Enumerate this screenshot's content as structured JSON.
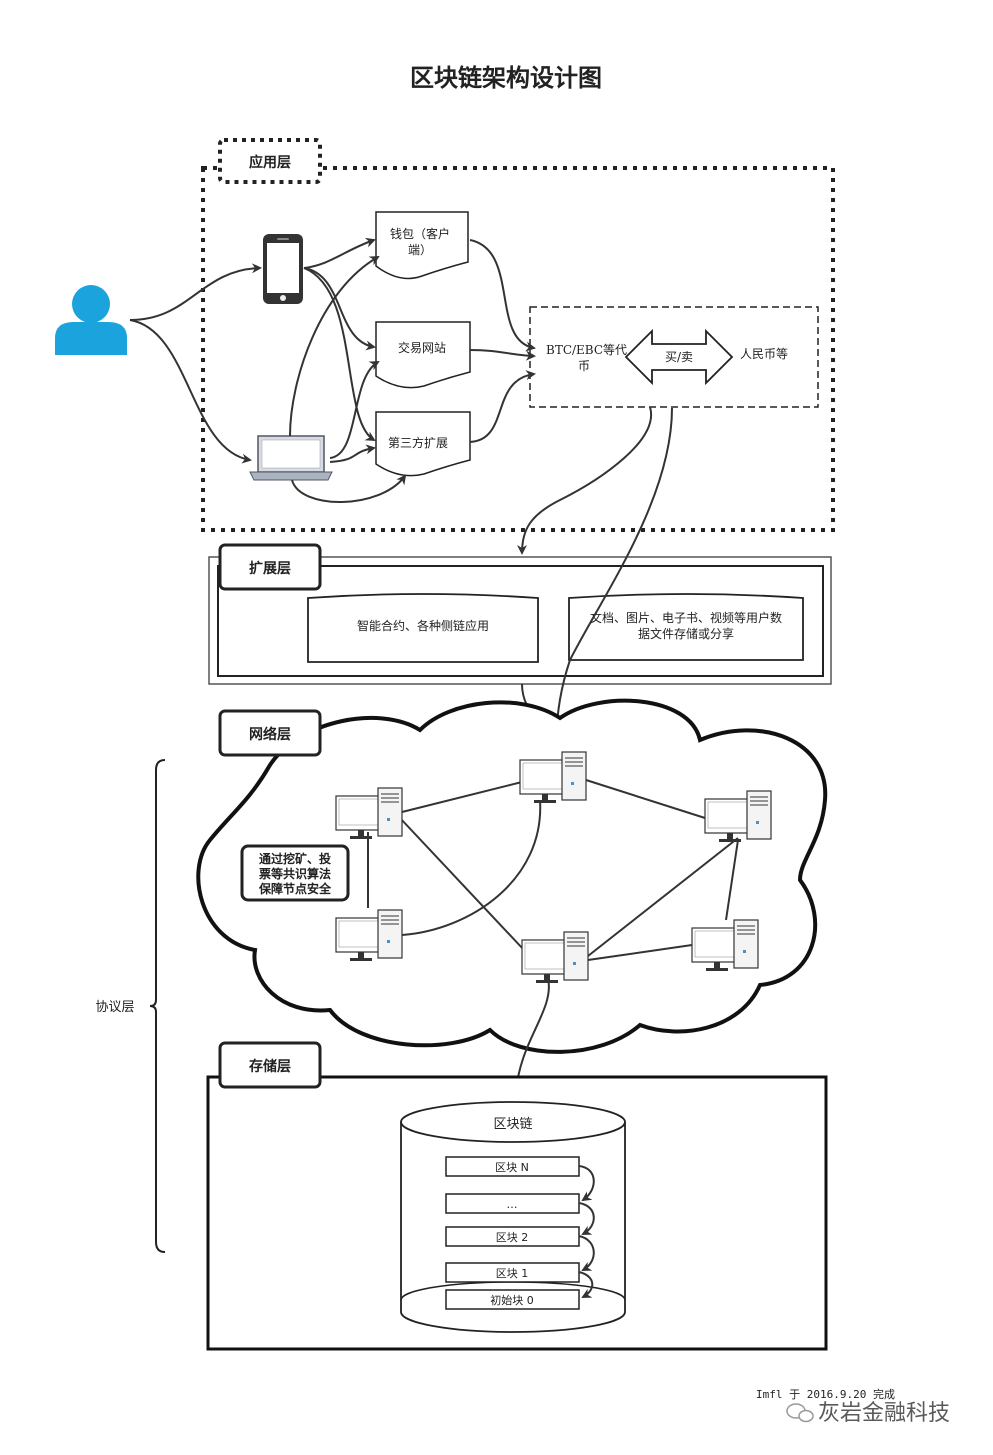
{
  "title": "区块链架构设计图",
  "layers": {
    "application": "应用层",
    "extension": "扩展层",
    "network": "网络层",
    "storage": "存储层",
    "protocol": "协议层"
  },
  "app": {
    "wallet_line1": "钱包（客户",
    "wallet_line2": "端）",
    "exchange": "交易网站",
    "third_party": "第三方扩展",
    "token_line1": "BTC/EBC等代",
    "token_line2": "币",
    "buy_sell": "买/卖",
    "rmb": "人民币等"
  },
  "extension": {
    "contracts": "智能合约、各种侧链应用",
    "storage_line1": "文档、图片、电子书、视频等用户数",
    "storage_line2": "据文件存储或分享"
  },
  "network": {
    "note_line1": "通过挖矿、投",
    "note_line2": "票等共识算法",
    "note_line3": "保障节点安全"
  },
  "storage": {
    "db_label": "区块链",
    "blocks": [
      "区块  N",
      "…",
      "区块  2",
      "区块  1",
      "初始块  0"
    ]
  },
  "footer": {
    "credit": "Imfl  于  2016.9.20  完成",
    "watermark": "灰岩金融科技"
  },
  "colors": {
    "user_icon": "#1aa3dc",
    "line": "#333333"
  },
  "icons": [
    "user-icon",
    "phone-icon",
    "laptop-icon",
    "computer-icon",
    "wechat-icon"
  ]
}
